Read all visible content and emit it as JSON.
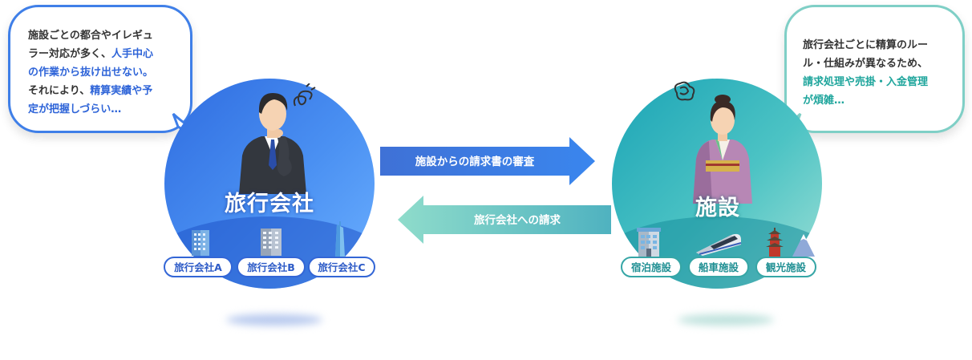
{
  "left_bubble": {
    "line1": "施設ごとの都合やイレギュ",
    "line2a": "ラー対応が多く、",
    "line2b": "人手中心",
    "line3": "の作業から抜け出せない。",
    "line4a": "それにより、",
    "line4b": "精算実績や予",
    "line5": "定が把握しづらい…"
  },
  "right_bubble": {
    "line1": "旅行会社ごとに精算のルー",
    "line2": "ル・仕組みが異なるため、",
    "line3": "請求処理や売掛・入金管理",
    "line4": "が煩雑…"
  },
  "left_group": {
    "title": "旅行会社",
    "items": [
      "旅行会社A",
      "旅行会社B",
      "旅行会社C"
    ]
  },
  "right_group": {
    "title": "施設",
    "items": [
      "宿泊施設",
      "船車施設",
      "観光施設"
    ]
  },
  "arrows": {
    "right": "施設からの請求書の審査",
    "left": "旅行会社への請求"
  },
  "colors": {
    "blue_accent": "#2e64d8",
    "teal_accent": "#1ea59c",
    "arrow_blue": "#3a72e4",
    "arrow_teal": "#6bc7c0"
  }
}
